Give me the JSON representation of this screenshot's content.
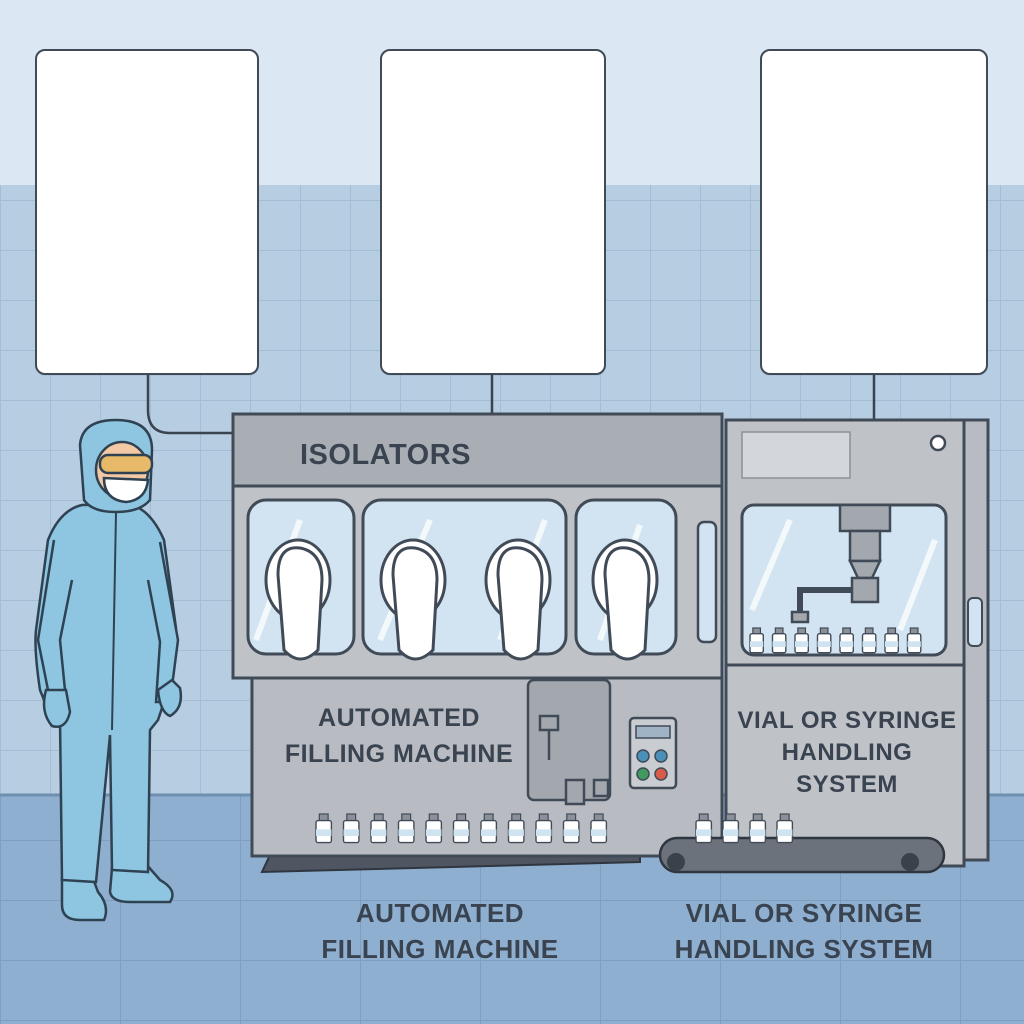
{
  "labels": {
    "isolators": "ISOLATORS",
    "filling_machine_line1": "AUTOMATED",
    "filling_machine_line2": "FILLING MACHINE",
    "handling_line1": "VIAL OR SYRINGE",
    "handling_line2": "HANDLING",
    "handling_line3": "SYSTEM",
    "bottom_filling_line1": "AUTOMATED",
    "bottom_filling_line2": "FILLING MACHINE",
    "bottom_handling_line1": "VIAL OR SYRINGE",
    "bottom_handling_line2": "HANDLING SYSTEM"
  },
  "callouts": [
    {
      "text": ""
    },
    {
      "text": ""
    },
    {
      "text": ""
    }
  ],
  "colors": {
    "wall_upper": "#dbe7f2",
    "wall_tiles": "#b9d0e4",
    "floor": "#8fb0cf",
    "machine_body": "#b9bcc1",
    "machine_panel": "#a7abb1",
    "outline": "#414b57",
    "glass": "#d4e6f3",
    "suit": "#8ec6e2"
  }
}
